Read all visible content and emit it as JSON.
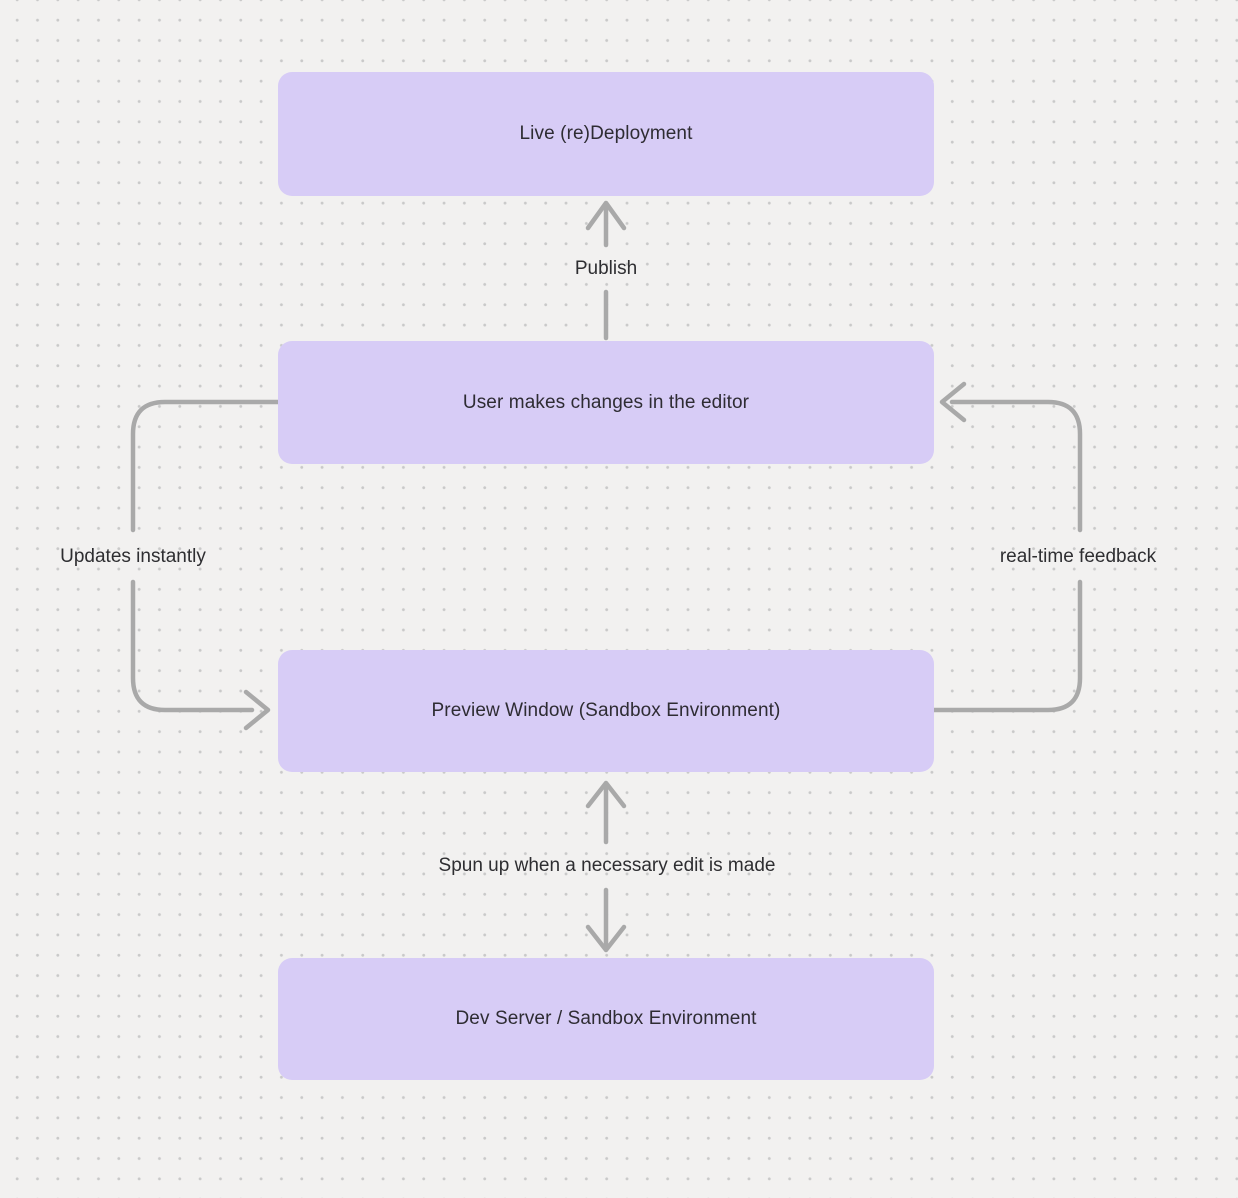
{
  "diagram": {
    "type": "flowchart",
    "nodes": [
      {
        "id": "live-deployment",
        "label": "Live (re)Deployment"
      },
      {
        "id": "user-editor",
        "label": "User makes changes in the editor"
      },
      {
        "id": "preview-window",
        "label": "Preview Window (Sandbox Environment)"
      },
      {
        "id": "dev-server",
        "label": "Dev Server / Sandbox Environment"
      }
    ],
    "edges": [
      {
        "id": "publish",
        "from": "user-editor",
        "to": "live-deployment",
        "label": "Publish",
        "direction": "up"
      },
      {
        "id": "updates-instantly",
        "from": "user-editor",
        "to": "preview-window",
        "label": "Updates instantly",
        "direction": "down-left-loop"
      },
      {
        "id": "real-time-feedback",
        "from": "preview-window",
        "to": "user-editor",
        "label": "real-time feedback",
        "direction": "up-right-loop"
      },
      {
        "id": "spun-up",
        "from": "dev-server",
        "to": "preview-window",
        "label": "Spun up when a necessary edit is made",
        "direction": "both"
      }
    ],
    "colors": {
      "node_fill": "#d7ccf6",
      "node_text": "#2e2c33",
      "edge_stroke": "#a9a9a9",
      "label_text": "#2e2e31",
      "canvas_background": "#f2f1f0",
      "dot_grid": "#c9c9c9"
    }
  }
}
